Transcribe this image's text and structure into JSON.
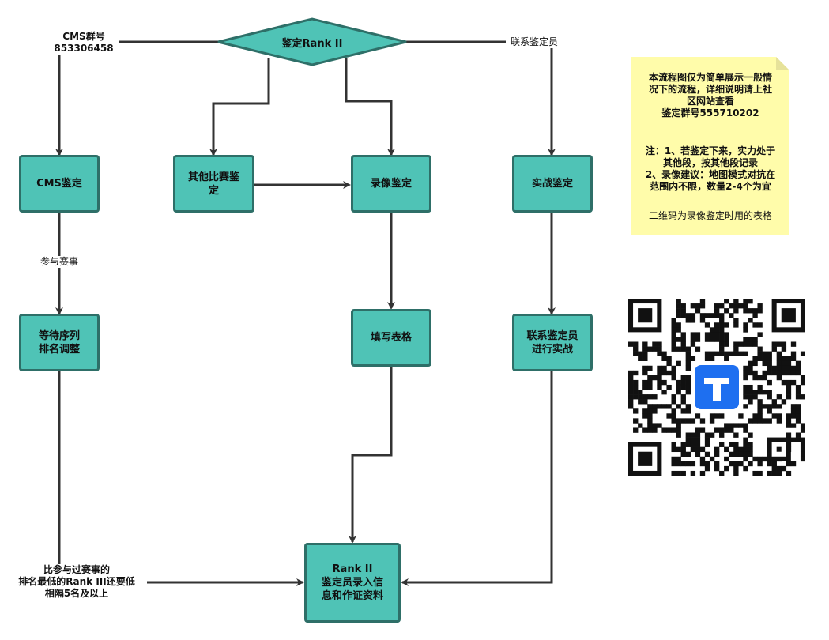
{
  "start_node": "鉴定Rank II",
  "nodes": {
    "cms": "CMS鉴定",
    "other": "其他比赛鉴\n定",
    "video": "录像鉴定",
    "live": "实战鉴定",
    "wait": "等待序列\n排名调整",
    "fill": "填写表格",
    "contact": "联系鉴定员\n进行实战",
    "final": "Rank II\n鉴定员录入信\n息和作证资料"
  },
  "edge_labels": {
    "cms_group": "CMS群号\n853306458",
    "contact_judge": "联系鉴定员",
    "join_event": "参与赛事",
    "rank_condition": "比参与过赛事的\n排名最低的Rank III还要低\n相隔5名及以上"
  },
  "note": {
    "intro": "本流程图仅为简单展示一般情\n况下的流程，详细说明请上社\n区网站查看\n鉴定群号555710202",
    "remarks": "注：1、若鉴定下来，实力处于\n其他段，按其他段记录\n2、录像建议：地图模式对抗在\n范围内不限，数量2-4个为宜",
    "qr_caption": "二维码为录像鉴定时用的表格"
  },
  "colors": {
    "node_fill": "#4fc3b6",
    "node_border": "#2e6f68",
    "edge": "#333333",
    "note_fill": "#fffcaa",
    "qr_logo": "#1e6ff0"
  },
  "icons": {
    "qr_center": "tencent-docs-logo-icon"
  }
}
